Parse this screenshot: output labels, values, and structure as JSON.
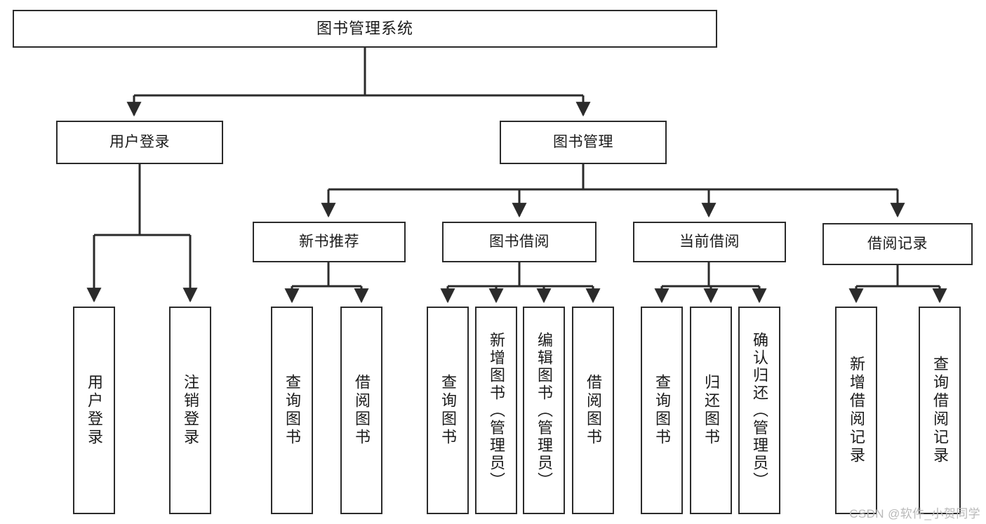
{
  "diagram": {
    "title": "图书管理系统",
    "root": {
      "id": "root",
      "label": "图书管理系统"
    },
    "level2": [
      {
        "id": "user-login",
        "label": "用户登录"
      },
      {
        "id": "book-manage",
        "label": "图书管理"
      }
    ],
    "level3": [
      {
        "id": "new-book-recommend",
        "label": "新书推荐"
      },
      {
        "id": "book-borrow",
        "label": "图书借阅"
      },
      {
        "id": "current-borrow",
        "label": "当前借阅"
      },
      {
        "id": "borrow-record",
        "label": "借阅记录"
      }
    ],
    "leaves": [
      {
        "id": "leaf-user-login",
        "label": "用户登录",
        "parent": "user-login"
      },
      {
        "id": "leaf-user-logout",
        "label": "注销登录",
        "parent": "user-login"
      },
      {
        "id": "leaf-query-book-1",
        "label": "查询图书",
        "parent": "new-book-recommend"
      },
      {
        "id": "leaf-borrow-book-1",
        "label": "借阅图书",
        "parent": "new-book-recommend"
      },
      {
        "id": "leaf-query-book-2",
        "label": "查询图书",
        "parent": "book-borrow"
      },
      {
        "id": "leaf-add-book",
        "label": "新增图书（管理员）",
        "parent": "book-borrow"
      },
      {
        "id": "leaf-edit-book",
        "label": "编辑图书（管理员）",
        "parent": "book-borrow"
      },
      {
        "id": "leaf-borrow-book-2",
        "label": "借阅图书",
        "parent": "book-borrow"
      },
      {
        "id": "leaf-query-book-3",
        "label": "查询图书",
        "parent": "current-borrow"
      },
      {
        "id": "leaf-return-book",
        "label": "归还图书",
        "parent": "current-borrow"
      },
      {
        "id": "leaf-confirm-return",
        "label": "确认归还（管理员）",
        "parent": "current-borrow"
      },
      {
        "id": "leaf-add-record",
        "label": "新增借阅记录",
        "parent": "borrow-record"
      },
      {
        "id": "leaf-query-record",
        "label": "查询借阅记录",
        "parent": "borrow-record"
      }
    ]
  },
  "watermark": {
    "text": "CSDN @软件_小贺同学"
  },
  "colors": {
    "stroke": "#2b2b2b",
    "text": "#1b1b1b",
    "background": "#ffffff",
    "watermark": "#b9b9b9"
  }
}
